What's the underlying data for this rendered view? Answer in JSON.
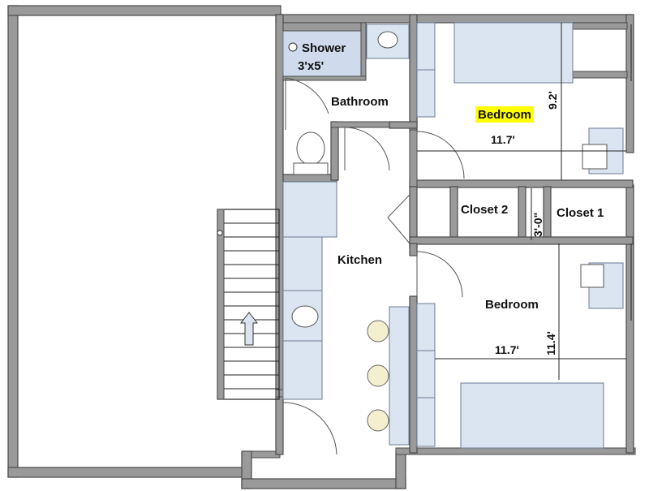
{
  "rooms": {
    "shower_label": "Shower",
    "shower_size": "3'x5'",
    "bathroom": "Bathroom",
    "bedroom_top": "Bedroom",
    "closet2": "Closet 2",
    "closet1": "Closet 1",
    "kitchen": "Kitchen",
    "bedroom_bottom": "Bedroom"
  },
  "dimensions": {
    "bedroom_top_width": "11.7'",
    "bedroom_top_depth": "9.2'",
    "closet_width": "3'-0\"",
    "bedroom_bottom_width": "11.7'",
    "bedroom_bottom_depth": "11.4'"
  },
  "colors": {
    "highlight": "#ffff00",
    "wall": "#9a9a9a",
    "fixture": "#dbe5f1"
  }
}
